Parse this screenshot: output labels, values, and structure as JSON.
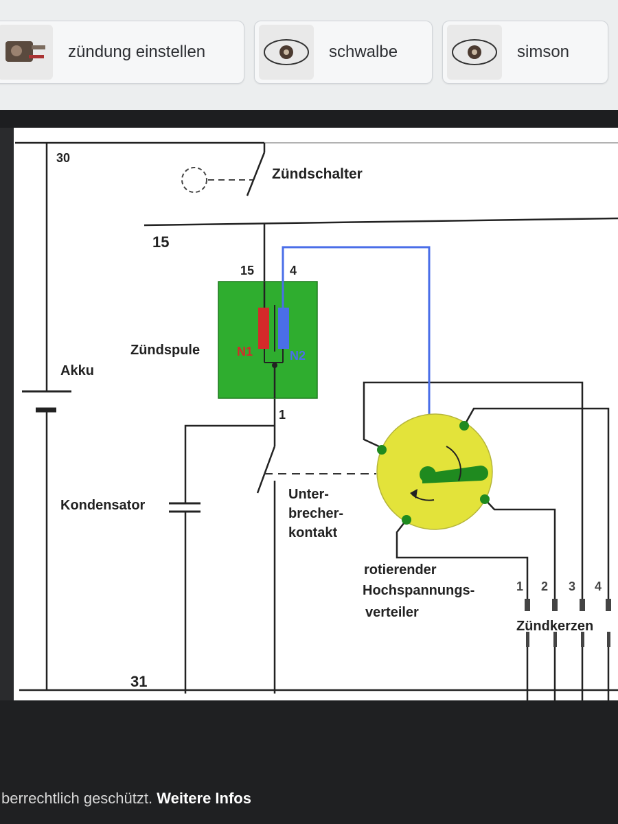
{
  "suggestions": [
    {
      "label": "zündung einstellen",
      "icon": "ignition-parts-thumbnail"
    },
    {
      "label": "schwalbe",
      "icon": "scooter-thumbnail"
    },
    {
      "label": "simson",
      "icon": "scooter-thumbnail"
    }
  ],
  "diagram": {
    "terminal_30": "30",
    "terminal_15_line": "15",
    "terminal_31": "31",
    "ignition_switch": "Zündschalter",
    "battery": "Akku",
    "coil": "Zündspule",
    "coil_pin_15": "15",
    "coil_pin_4": "4",
    "coil_pin_1": "1",
    "primary_winding": "N1",
    "secondary_winding": "N2",
    "capacitor": "Kondensator",
    "breaker_line1": "Unter-",
    "breaker_line2": "brecher-",
    "breaker_line3": "kontakt",
    "distributor_line1": "rotierender",
    "distributor_line2": "Hochspannungs-",
    "distributor_line3": "verteiler",
    "plug_1": "1",
    "plug_2": "2",
    "plug_3": "3",
    "plug_4": "4",
    "spark_plugs": "Zündkerzen",
    "colors": {
      "coil_body": "#2fad2f",
      "primary": "#d42a2a",
      "secondary": "#4a6ee8",
      "distributor": "#e3e33a",
      "rotor": "#1f8a1f"
    }
  },
  "footer": {
    "text": "berrechtlich geschützt.",
    "link": "Weitere Infos"
  }
}
